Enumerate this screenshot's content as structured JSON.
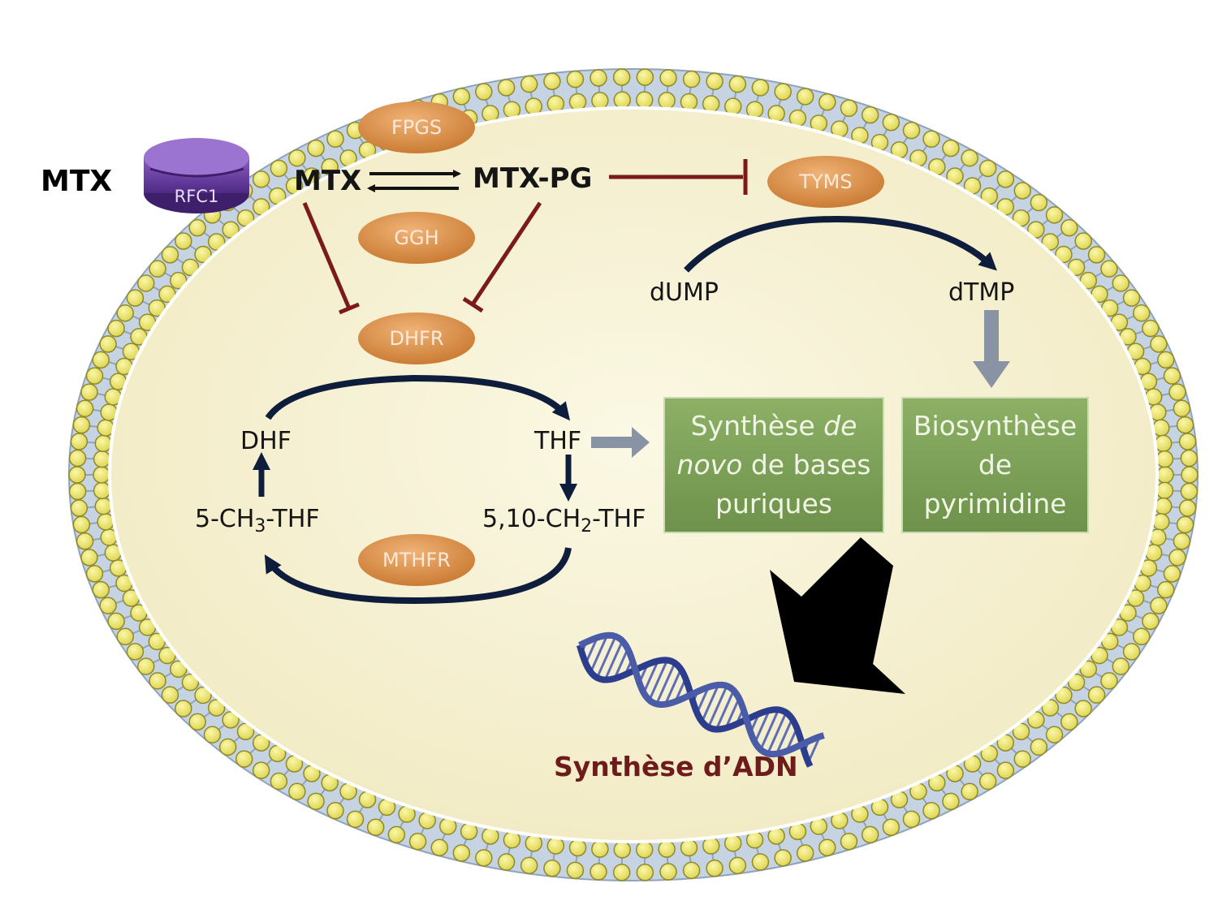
{
  "outside_drug": "MTX",
  "transporter": "RFC1",
  "enzymes": {
    "fpgs": "FPGS",
    "ggh": "GGH",
    "dhfr": "DHFR",
    "tyms": "TYMS",
    "mthfr": "MTHFR"
  },
  "metabolites": {
    "mtx": "MTX",
    "mtx_pg": "MTX-PG",
    "dump": "dUMP",
    "dtmp": "dTMP",
    "dhf": "DHF",
    "thf": "THF",
    "ch3_thf": {
      "pre": "5-CH",
      "sub": "3",
      "post": "-THF"
    },
    "ch2_thf": {
      "pre": "5,10-CH",
      "sub": "2",
      "post": "-THF"
    }
  },
  "boxes": {
    "purine": {
      "l1a": "Synthèse ",
      "l1b": "de",
      "l2a": "novo",
      "l2b": " de bases",
      "l3": "puriques"
    },
    "pyrimidine": {
      "l1": "Biosynthèse",
      "l2": "de",
      "l3": "pyrimidine"
    }
  },
  "output": "Synthèse d’ADN",
  "colors": {
    "membrane_head": "#ece66a",
    "membrane_tail": "#9fb3c9",
    "cytoplasm": "#f7f2d4",
    "enzyme": "#d99147",
    "inhibition": "#7a1a1a",
    "box_green": "#7fa25a",
    "dna": "#3b4c9e",
    "output_text": "#6e1b1b"
  }
}
